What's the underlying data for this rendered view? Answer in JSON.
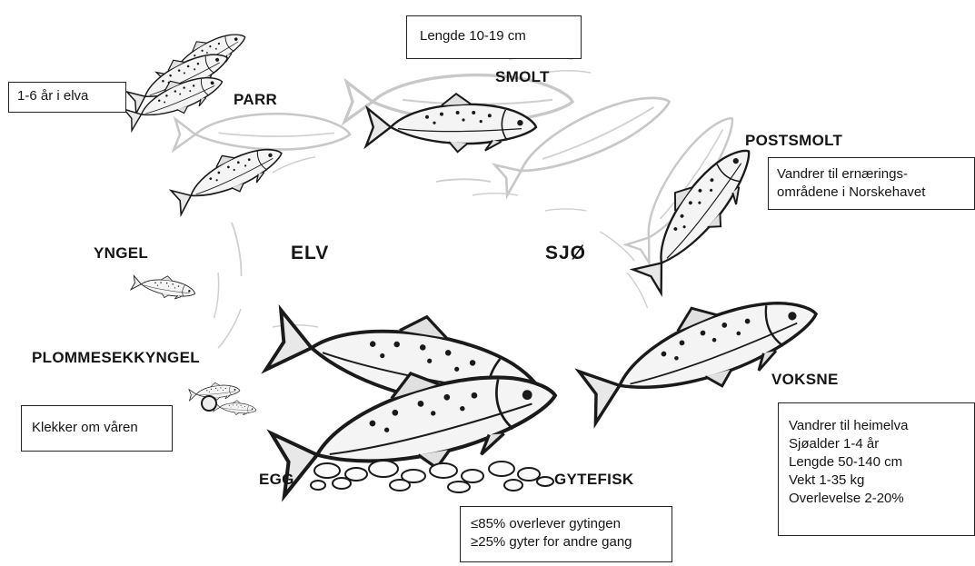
{
  "zones": {
    "river": "ELV",
    "sea": "SJØ"
  },
  "stages": {
    "parr": "PARR",
    "smolt": "SMOLT",
    "postsmolt": "POSTSMOLT",
    "yngel": "YNGEL",
    "plommesekkyngel": "PLOMMESEKKYNGEL",
    "voksne": "VOKSNE",
    "egg": "EGG",
    "gytefisk": "GYTEFISK"
  },
  "boxes": {
    "parr_note": "1-6 år i elva",
    "smolt_note": "Lengde 10-19 cm",
    "postsmolt_note": [
      "Vandrer til ernærings-",
      "områdene i Norskehavet"
    ],
    "plommesekkyngel_note": "Klekker om våren",
    "voksne_note": [
      "Vandrer til heimelva",
      "Sjøalder 1-4 år",
      "Lengde 50-140 cm",
      "Vekt 1-35 kg",
      "Overlevelse 2-20%"
    ],
    "gytefisk_note": [
      "≤85% overlever gytingen",
      "≥25% gyter for andre gang"
    ]
  },
  "colors": {
    "fish_outline": "#1a1a1a",
    "fish_body": "#f4f4f4",
    "ghost": "#c8c8c8"
  }
}
